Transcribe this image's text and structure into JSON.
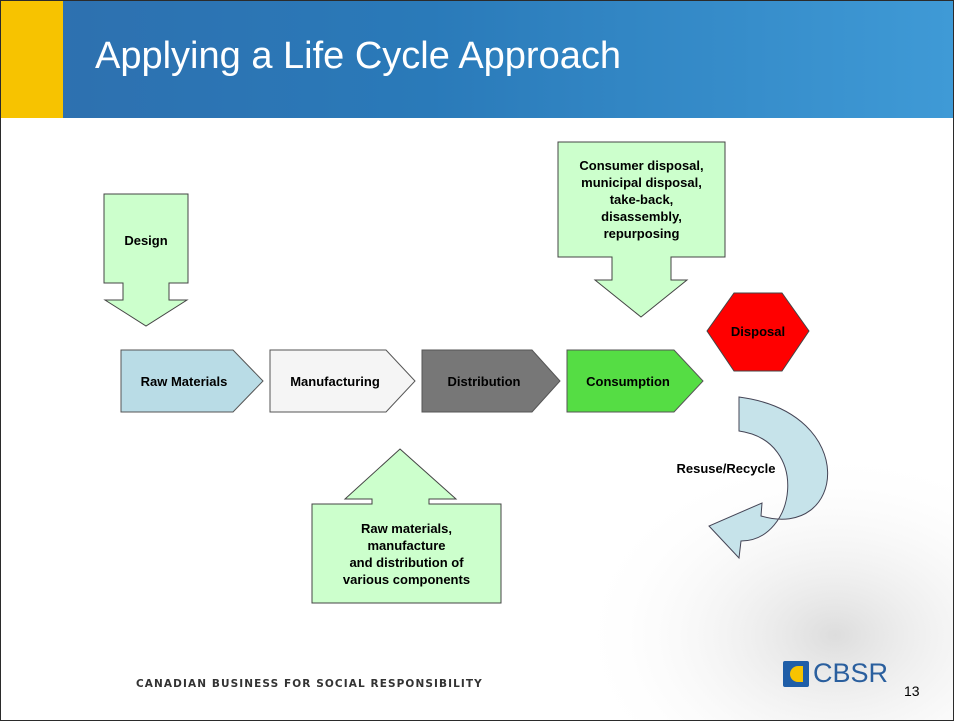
{
  "slide": {
    "title": "Applying a Life Cycle Approach",
    "footer": "CANADIAN BUSINESS FOR SOCIAL RESPONSIBILITY",
    "logo_text": "CBSR",
    "page_number": "13"
  },
  "diagram": {
    "design": "Design",
    "chain": [
      "Raw Materials",
      "Manufacturing",
      "Distribution",
      "Consumption"
    ],
    "consumer_callout": [
      "Consumer disposal,",
      "municipal disposal,",
      "take-back,",
      "disassembly,",
      "repurposing"
    ],
    "components_callout": [
      "Raw materials,",
      "manufacture",
      "and distribution of",
      "various components"
    ],
    "disposal": "Disposal",
    "recycle": "Resuse/Recycle"
  },
  "colors": {
    "header_blue": "#2a7ab9",
    "header_accent": "#f7c300",
    "callout_green": "#ccffcc",
    "raw_materials": "#b9dce6",
    "manufacturing": "#f5f5f5",
    "distribution": "#777777",
    "consumption": "#55dd44",
    "disposal": "#ff0000",
    "recycle_arrow": "#c6e3ea"
  }
}
